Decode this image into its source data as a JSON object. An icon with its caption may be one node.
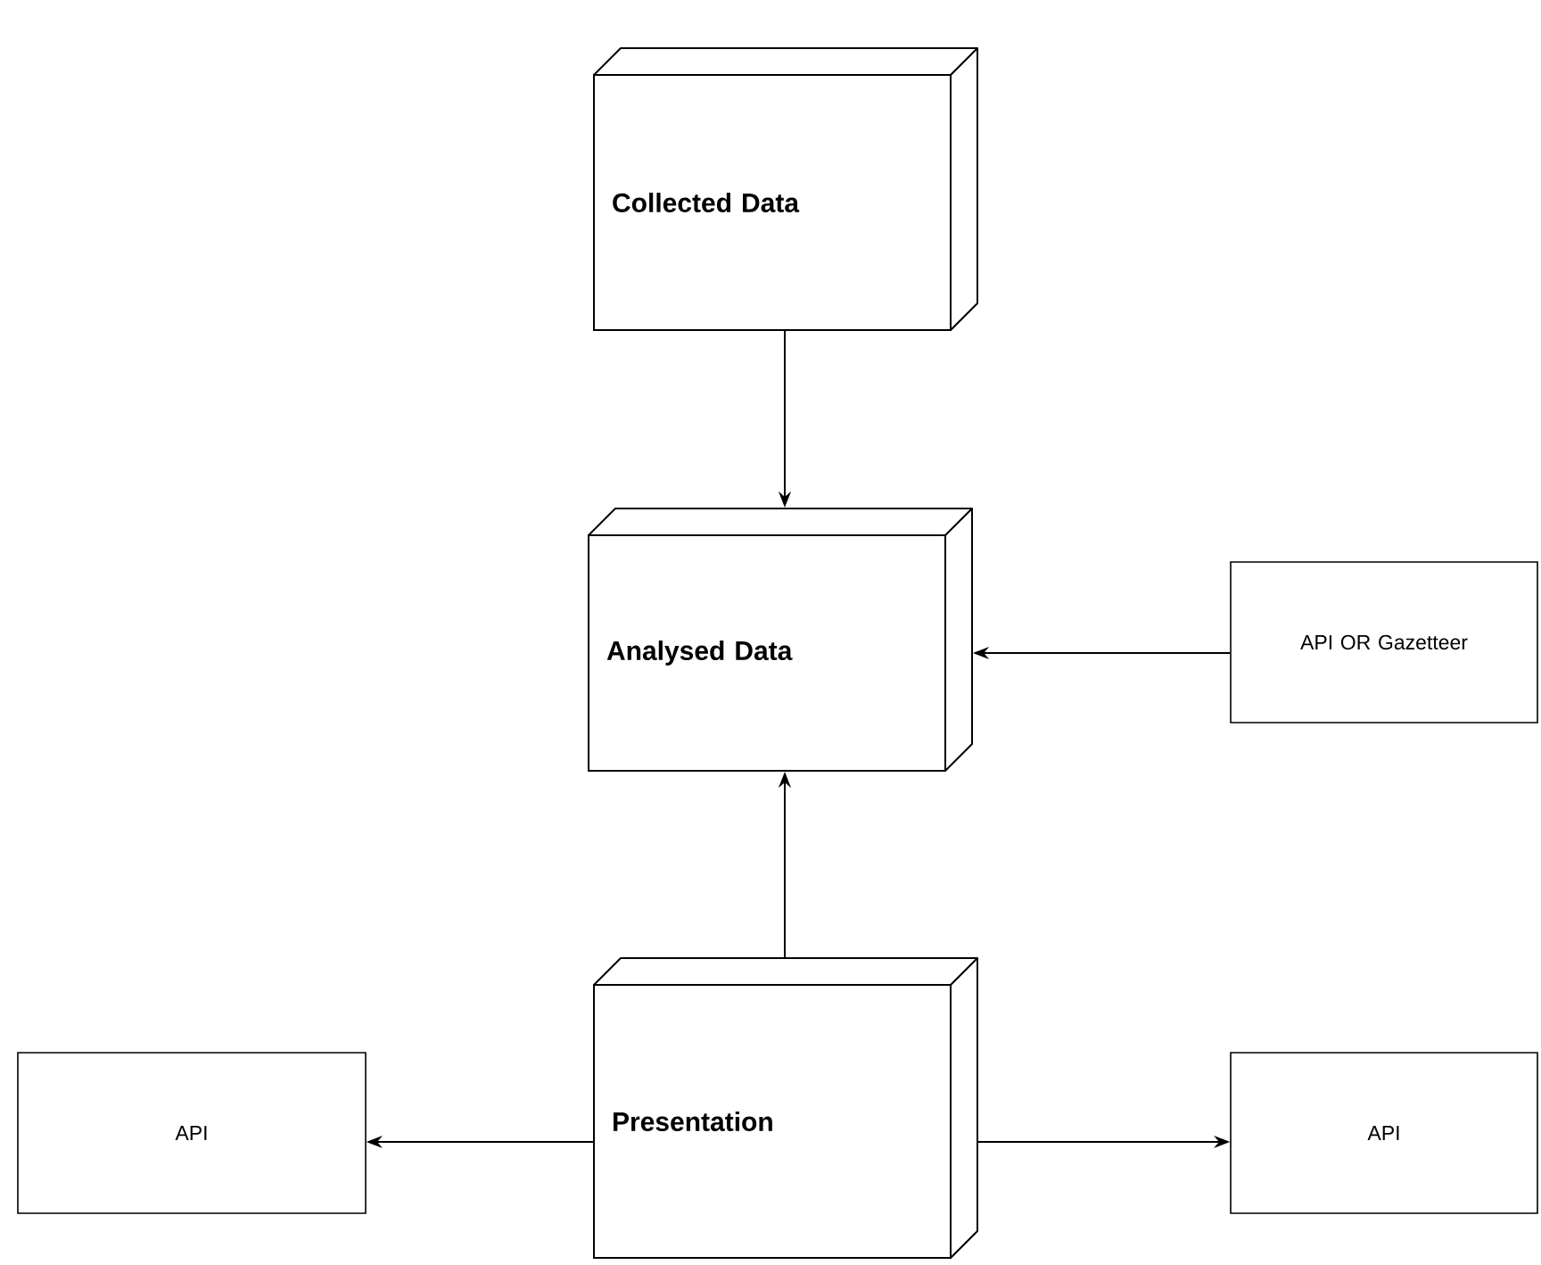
{
  "diagram": {
    "nodes": [
      {
        "text": [
          "Collected Data"
        ]
      },
      {
        "text": [
          "Analysed Data"
        ]
      },
      {
        "text": [
          "API OR Gazetteer"
        ]
      },
      {
        "text": [
          "Presentation"
        ]
      },
      {
        "text": [
          "API"
        ]
      },
      {
        "text": [
          "API"
        ]
      }
    ],
    "edges": [
      {
        "from": 0,
        "to": 1,
        "arrow": "to"
      },
      {
        "from": 2,
        "to": 1,
        "arrow": "to"
      },
      {
        "from": 3,
        "to": 1,
        "arrow": "to"
      },
      {
        "from": 3,
        "to": 4,
        "arrow": "to"
      },
      {
        "from": 3,
        "to": 5,
        "arrow": "to"
      }
    ]
  }
}
